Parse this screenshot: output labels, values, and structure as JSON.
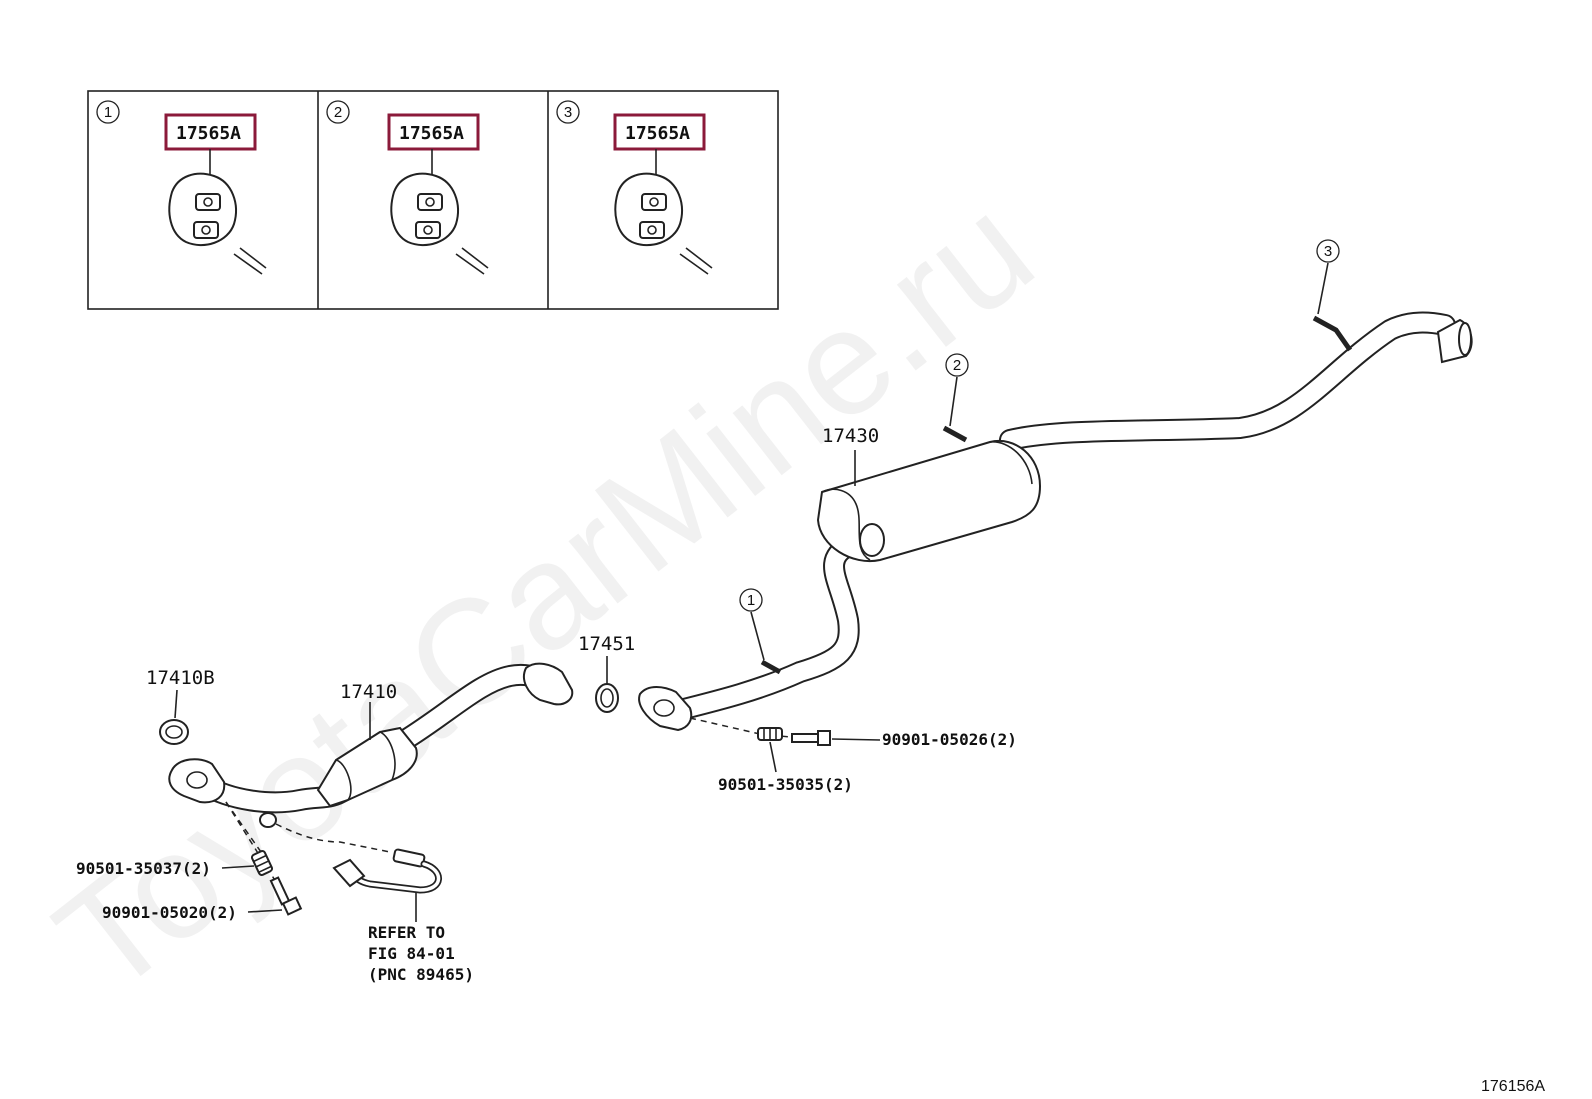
{
  "figure_id": "176156A",
  "watermark": "ToyotaCarMine.ru",
  "hanger_insets": [
    {
      "index": "1",
      "part_number": "17565A",
      "highlighted": true
    },
    {
      "index": "2",
      "part_number": "17565A",
      "highlighted": true
    },
    {
      "index": "3",
      "part_number": "17565A",
      "highlighted": true
    }
  ],
  "hanger_callouts": [
    {
      "index": "1"
    },
    {
      "index": "2"
    },
    {
      "index": "3"
    }
  ],
  "parts": {
    "gasket_front": "17410B",
    "front_pipe": "17410",
    "gasket_center": "17451",
    "tail_pipe_muffler": "17430",
    "spring_front": "90501-35037(2)",
    "bolt_front": "90901-05020(2)",
    "spring_center": "90501-35035(2)",
    "bolt_center": "90901-05026(2)"
  },
  "reference": {
    "line1": "REFER TO",
    "line2": "FIG 84-01",
    "line3": "(PNC 89465)"
  },
  "colors": {
    "highlight": "#8b1a3a",
    "line": "#222222"
  }
}
